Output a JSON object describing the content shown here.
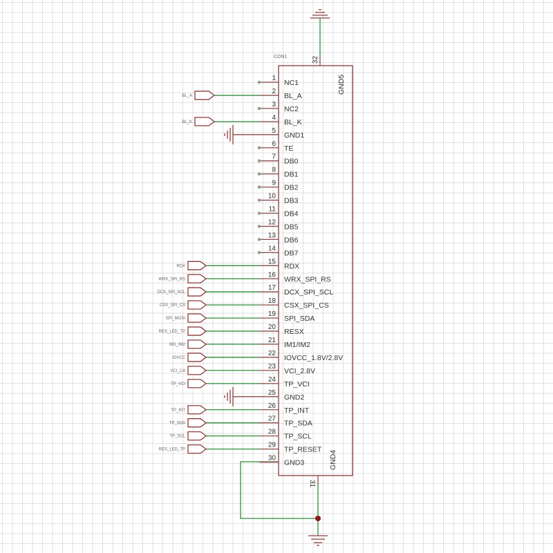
{
  "component": {
    "ref": "CON1",
    "left_pins": [
      {
        "num": "1",
        "name": "NC1",
        "connection": "nc"
      },
      {
        "num": "2",
        "name": "BL_A",
        "connection": "port",
        "port": "BL_A"
      },
      {
        "num": "3",
        "name": "NC2",
        "connection": "nc"
      },
      {
        "num": "4",
        "name": "BL_K",
        "connection": "port",
        "port": "BL_K"
      },
      {
        "num": "5",
        "name": "GND1",
        "connection": "ground"
      },
      {
        "num": "6",
        "name": "TE",
        "connection": "nc"
      },
      {
        "num": "7",
        "name": "DB0",
        "connection": "nc"
      },
      {
        "num": "8",
        "name": "DB1",
        "connection": "nc"
      },
      {
        "num": "9",
        "name": "DB2",
        "connection": "nc"
      },
      {
        "num": "10",
        "name": "DB3",
        "connection": "nc"
      },
      {
        "num": "11",
        "name": "DB4",
        "connection": "nc"
      },
      {
        "num": "12",
        "name": "DB5",
        "connection": "nc"
      },
      {
        "num": "13",
        "name": "DB6",
        "connection": "nc"
      },
      {
        "num": "14",
        "name": "DB7",
        "connection": "nc"
      },
      {
        "num": "15",
        "name": "RDX",
        "connection": "port",
        "port": "RDX"
      },
      {
        "num": "16",
        "name": "WRX_SPI_RS",
        "connection": "port",
        "port": "WRX_SPI_RS"
      },
      {
        "num": "17",
        "name": "DCX_SPI_SCL",
        "connection": "port",
        "port": "DCX_SPI_SCL"
      },
      {
        "num": "18",
        "name": "CSX_SPI_CS",
        "connection": "port",
        "port": "CSX_SPI_CS"
      },
      {
        "num": "19",
        "name": "SPI_SDA",
        "connection": "port",
        "port": "SPI_MOSI"
      },
      {
        "num": "20",
        "name": "RESX",
        "connection": "port",
        "port": "RES_LED_TP"
      },
      {
        "num": "21",
        "name": "IM1/IM2",
        "connection": "port",
        "port": "IM1_IM2"
      },
      {
        "num": "22",
        "name": "IOVCC_1.8V/2.8V",
        "connection": "port",
        "port": "IOVCC"
      },
      {
        "num": "23",
        "name": "VCI_2.8V",
        "connection": "port",
        "port": "VCI_2.8"
      },
      {
        "num": "24",
        "name": "TP_VCI",
        "connection": "port",
        "port": "TP_VCI"
      },
      {
        "num": "25",
        "name": "GND2",
        "connection": "ground"
      },
      {
        "num": "26",
        "name": "TP_INT",
        "connection": "port",
        "port": "TP_INT"
      },
      {
        "num": "27",
        "name": "TP_SDA",
        "connection": "port",
        "port": "TP_SDA"
      },
      {
        "num": "28",
        "name": "TP_SCL",
        "connection": "port",
        "port": "TP_SCL"
      },
      {
        "num": "29",
        "name": "TP_RESET",
        "connection": "port",
        "port": "RES_LED_TP"
      },
      {
        "num": "30",
        "name": "GND3",
        "connection": "gnd-loop"
      }
    ],
    "top_pin": {
      "num": "32",
      "name": "GND5"
    },
    "bottom_pin": {
      "num": "31",
      "name": "GND4"
    }
  },
  "colors": {
    "component_outline": "#8b3a3a",
    "wire": "#2e8b3a",
    "pin_line": "#8b4a4a",
    "junction": "#8b1a1a",
    "nc_dot": "#999999"
  }
}
